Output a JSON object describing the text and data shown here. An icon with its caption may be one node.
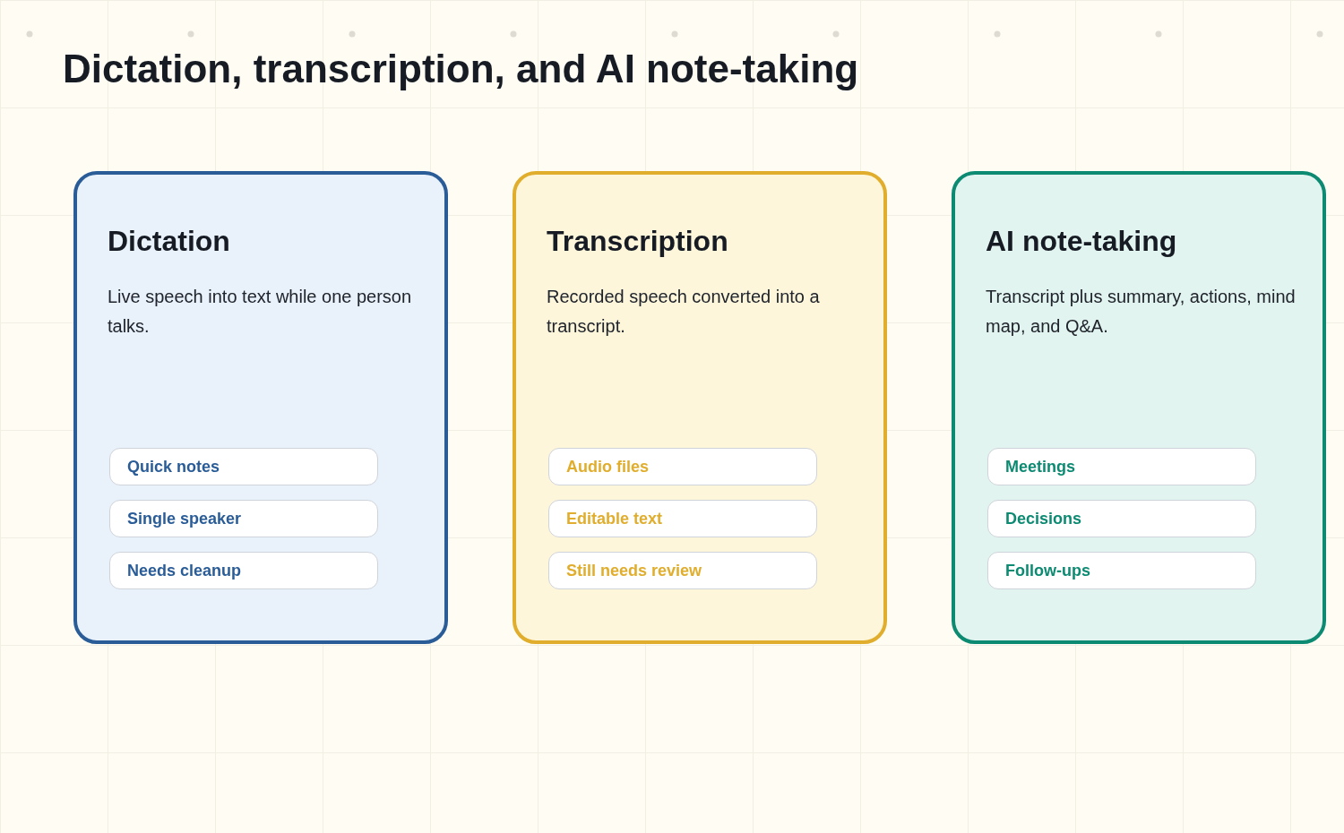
{
  "diagram": {
    "title": "Dictation, transcription, and AI note-taking",
    "nodes": [
      {
        "text": [
          "Dictation",
          "Live speech into text while one person talks."
        ]
      },
      {
        "text": [
          "Quick notes"
        ],
        "in": 0
      },
      {
        "text": [
          "Single speaker"
        ],
        "in": 0
      },
      {
        "text": [
          "Needs cleanup"
        ],
        "in": 0
      },
      {
        "text": [
          "Transcription",
          "Recorded speech converted into a transcript."
        ]
      },
      {
        "text": [
          "Audio files"
        ],
        "in": 4
      },
      {
        "text": [
          "Editable text"
        ],
        "in": 4
      },
      {
        "text": [
          "Still needs review"
        ],
        "in": 4
      },
      {
        "text": [
          "AI note-taking",
          "Transcript plus summary, actions, mind map, and Q&A."
        ]
      },
      {
        "text": [
          "Meetings"
        ],
        "in": 8
      },
      {
        "text": [
          "Decisions"
        ],
        "in": 8
      },
      {
        "text": [
          "Follow-ups"
        ],
        "in": 8
      }
    ]
  }
}
